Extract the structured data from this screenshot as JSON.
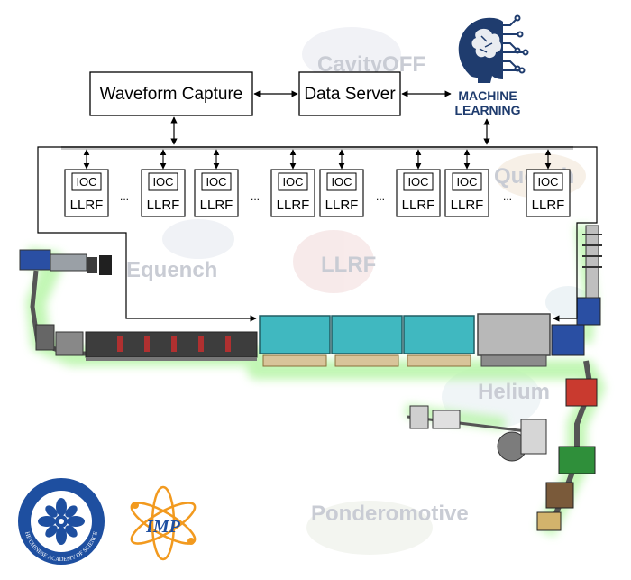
{
  "background_words": [
    "CavityOFF",
    "Quench",
    "Equench",
    "LLRF",
    "Helium",
    "Ponderomotive"
  ],
  "top_boxes": {
    "waveform_capture": "Waveform Capture",
    "data_server": "Data Server"
  },
  "ml_logo": {
    "line1": "MACHINE",
    "line2": "LEARNING",
    "color": "#1f3c6e"
  },
  "ioc_modules": [
    {
      "ioc": "IOC",
      "llrf": "LLRF"
    },
    {
      "ioc": "IOC",
      "llrf": "LLRF"
    },
    {
      "ioc": "IOC",
      "llrf": "LLRF"
    },
    {
      "ioc": "IOC",
      "llrf": "LLRF"
    },
    {
      "ioc": "IOC",
      "llrf": "LLRF"
    },
    {
      "ioc": "IOC",
      "llrf": "LLRF"
    },
    {
      "ioc": "IOC",
      "llrf": "LLRF"
    },
    {
      "ioc": "IOC",
      "llrf": "LLRF"
    }
  ],
  "ellipsis": "...",
  "logos": {
    "imp_text": "IMP",
    "cas_ring_text": "THE CHINESE ACADEMY OF SCIENCES"
  },
  "colors": {
    "cavity_teal": "#40b8c0",
    "blue_machine": "#2a4fa3",
    "glow_green": "#b8f5a8",
    "imp_orange": "#f29a1f"
  }
}
